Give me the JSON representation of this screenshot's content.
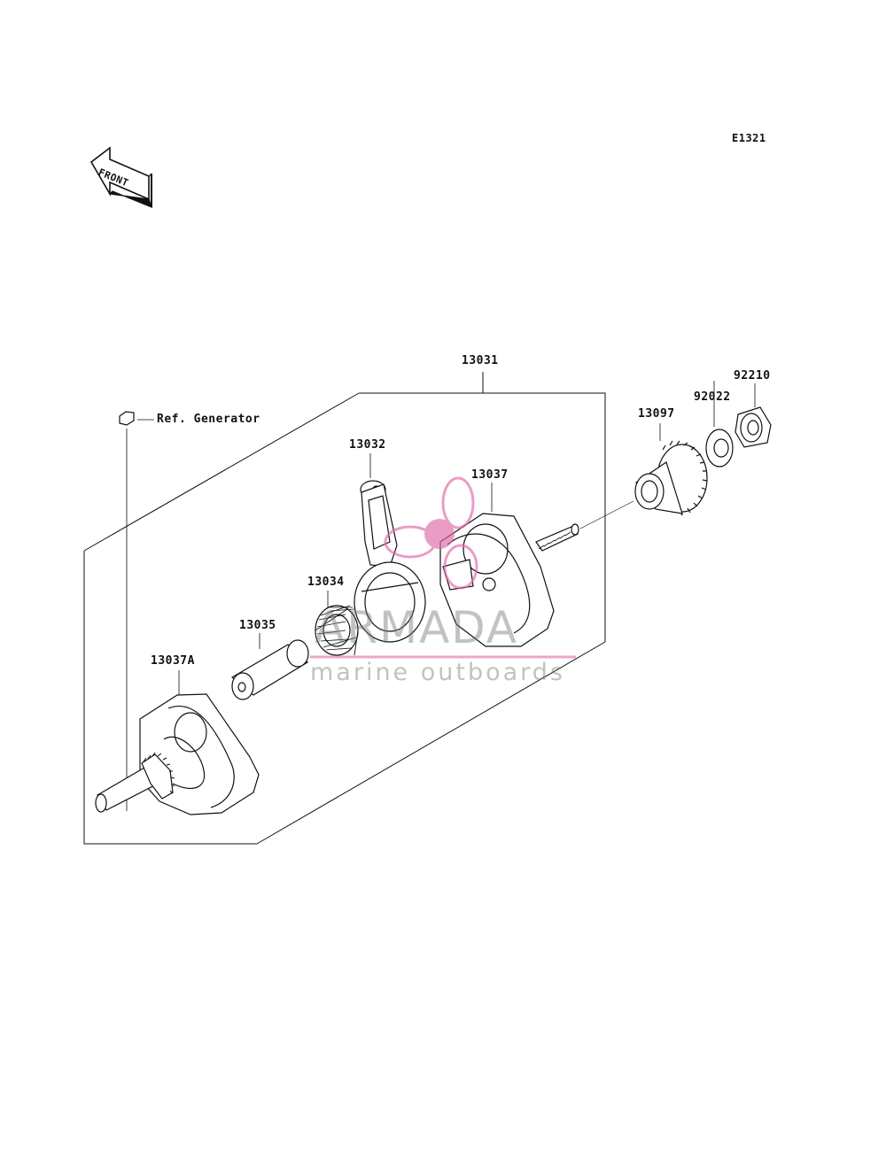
{
  "diagram_code": "E1321",
  "front_arrow_label": "FRONT",
  "reference_note": "Ref. Generator",
  "parts": {
    "assembly": "13031",
    "connecting_rod": "13032",
    "crank_right": "13037",
    "crank_left": "13037A",
    "needle_bearing": "13034",
    "crank_pin": "13035",
    "gear": "13097",
    "washer": "92022",
    "nut": "92210"
  },
  "watermark": {
    "brand": "ARMADA",
    "tagline": "marine outboards",
    "accent_color": "#e06aa6"
  }
}
